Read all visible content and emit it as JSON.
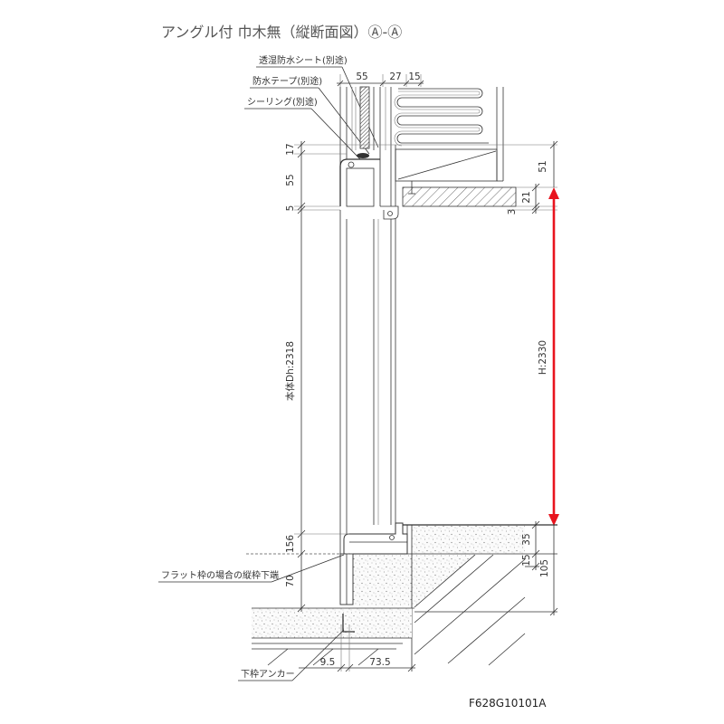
{
  "title": "アングル付 巾木無（縦断面図）Ⓐ-Ⓐ",
  "callouts": {
    "breathable_sheet": "透湿防水シート(別途)",
    "waterproof_tape": "防水テープ(別途)",
    "sealing": "シーリング(別途)",
    "flat_frame_bottom": "フラット枠の場合の縦枠下端",
    "bottom_anchor": "下枠アンカー"
  },
  "dimensions": {
    "top": [
      "55",
      "27",
      "15"
    ],
    "left": [
      "17",
      "55",
      "5",
      "本体Dh:2318",
      "156",
      "70"
    ],
    "right": [
      "51",
      "21",
      "3",
      "H:2330",
      "35",
      "15",
      "105"
    ],
    "bottom": [
      "9.5",
      "73.5"
    ]
  },
  "drawing_code": "F628G10101A",
  "colors": {
    "line": "#333333",
    "accent": "#e8141e",
    "text": "#333333",
    "title": "#555555"
  }
}
